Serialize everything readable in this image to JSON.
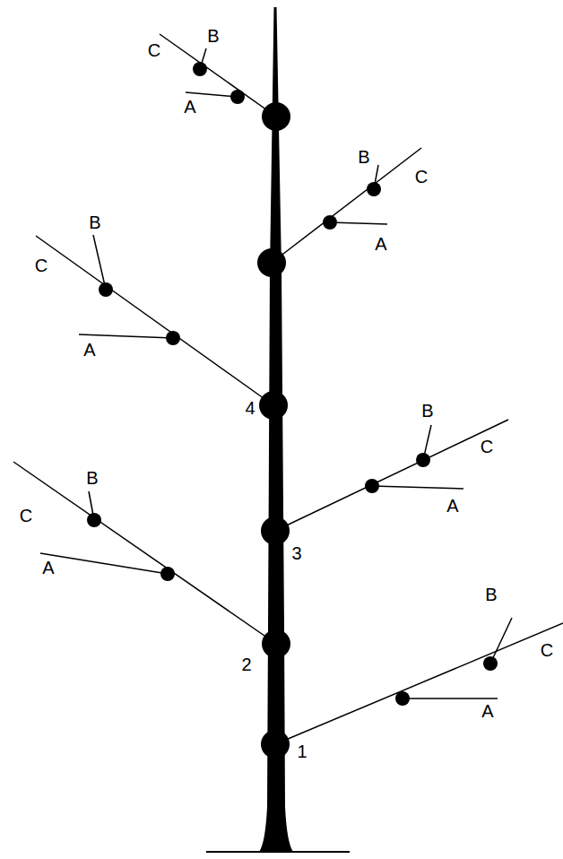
{
  "diagram": {
    "labels": [
      "B",
      "C",
      "A",
      "B",
      "C",
      "A",
      "B",
      "C",
      "A",
      "4",
      "B",
      "C",
      "A",
      "B",
      "C",
      "A",
      "3",
      "2",
      "B",
      "C",
      "A",
      "1"
    ]
  }
}
